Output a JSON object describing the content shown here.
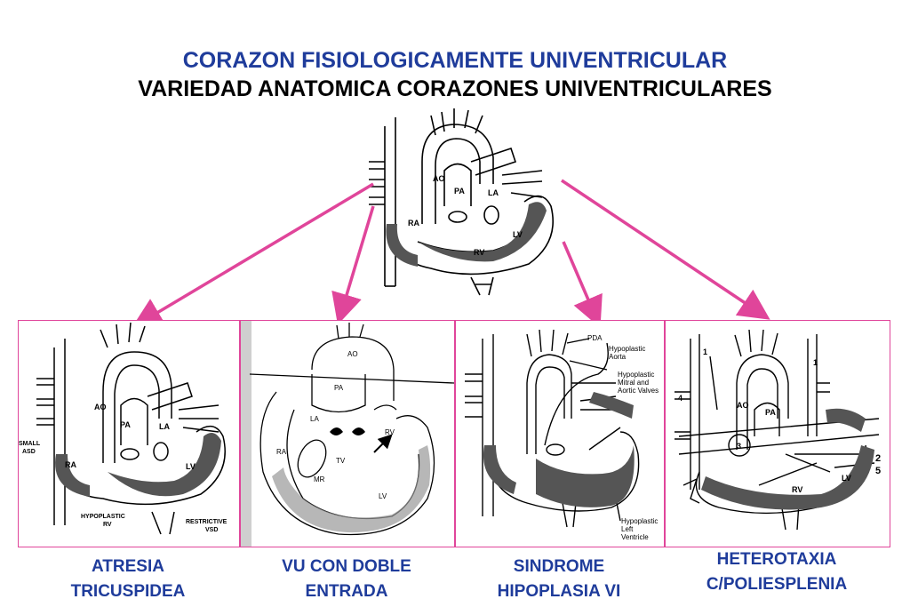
{
  "title": {
    "line1": "CORAZON FISIOLOGICAMENTE UNIVENTRICULAR",
    "line2": "VARIEDAD ANATOMICA CORAZONES UNIVENTRICULARES"
  },
  "colors": {
    "title_blue": "#1f3c9b",
    "arrow_pink": "#e0459a",
    "border_pink": "#e0459a"
  },
  "main_heart": {
    "labels": {
      "ao": "AO",
      "pa": "PA",
      "la": "LA",
      "ra": "RA",
      "lv": "LV",
      "rv": "RV"
    }
  },
  "panels": [
    {
      "caption_line1": "ATRESIA",
      "caption_line2": "TRICUSPIDEA",
      "labels": {
        "ao": "AO",
        "pa": "PA",
        "la": "LA",
        "ra": "RA",
        "lv": "LV",
        "small": "SMALL",
        "asd": "ASD",
        "hypo": "HYPOPLASTIC",
        "rv": "RV",
        "restrictive": "RESTRICTIVE",
        "vsd": "VSD"
      }
    },
    {
      "caption_line1": "VU CON DOBLE",
      "caption_line2": "ENTRADA",
      "labels": {
        "ao": "AO",
        "pa": "PA",
        "la": "LA",
        "ra": "RA",
        "rv": "RV",
        "tv": "TV",
        "mr": "MR",
        "lv": "LV"
      }
    },
    {
      "caption_line1": "SINDROME",
      "caption_line2": "HIPOPLASIA VI",
      "labels": {
        "pda": "PDA",
        "hypo_aorta_1": "Hypoplastic",
        "hypo_aorta_2": "Aorta",
        "hypo_mitral_1": "Hypoplastic",
        "hypo_mitral_2": "Mitral and",
        "hypo_mitral_3": "Aortic Valves",
        "hypo_lv_1": "Hypoplastic",
        "hypo_lv_2": "Left",
        "hypo_lv_3": "Ventricle"
      }
    },
    {
      "caption_line1": "HETEROTAXIA",
      "caption_line2": "C/POLIESPLENIA",
      "labels": {
        "n1a": "1",
        "n1b": "1",
        "n4": "4",
        "ao": "AO",
        "pa": "PA",
        "n3": "3",
        "rv": "RV",
        "lv": "LV",
        "n2": "2",
        "n5": "5"
      }
    }
  ]
}
